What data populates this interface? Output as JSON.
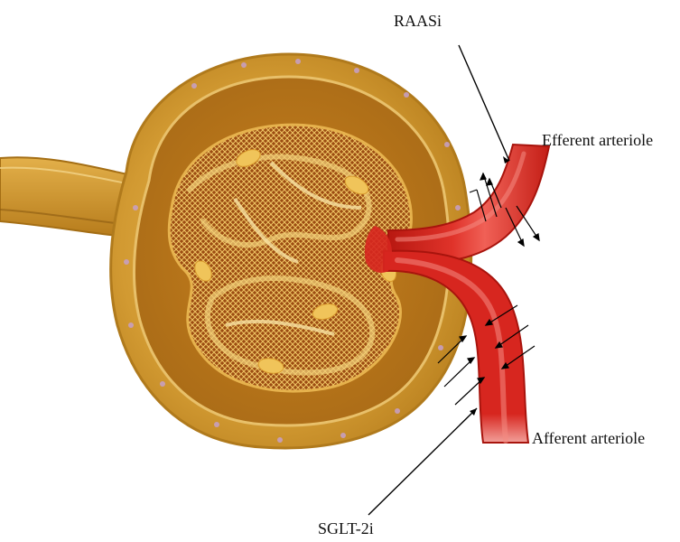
{
  "labels": {
    "raasi": "RAASi",
    "efferent": "Efferent arteriole",
    "afferent": "Afferent arteriole",
    "sglt2i": "SGLT-2i"
  },
  "colors": {
    "capsule_outer": "#d9a441",
    "capsule_inner": "#c98a1f",
    "tubule": "#cf9428",
    "glomerulus": "#b5651d",
    "glomerulus_mesh": "#f2d27a",
    "artery": "#d7261f",
    "artery_highlight": "#ef5a4f",
    "arrow": "#000000",
    "background": "#ffffff"
  }
}
